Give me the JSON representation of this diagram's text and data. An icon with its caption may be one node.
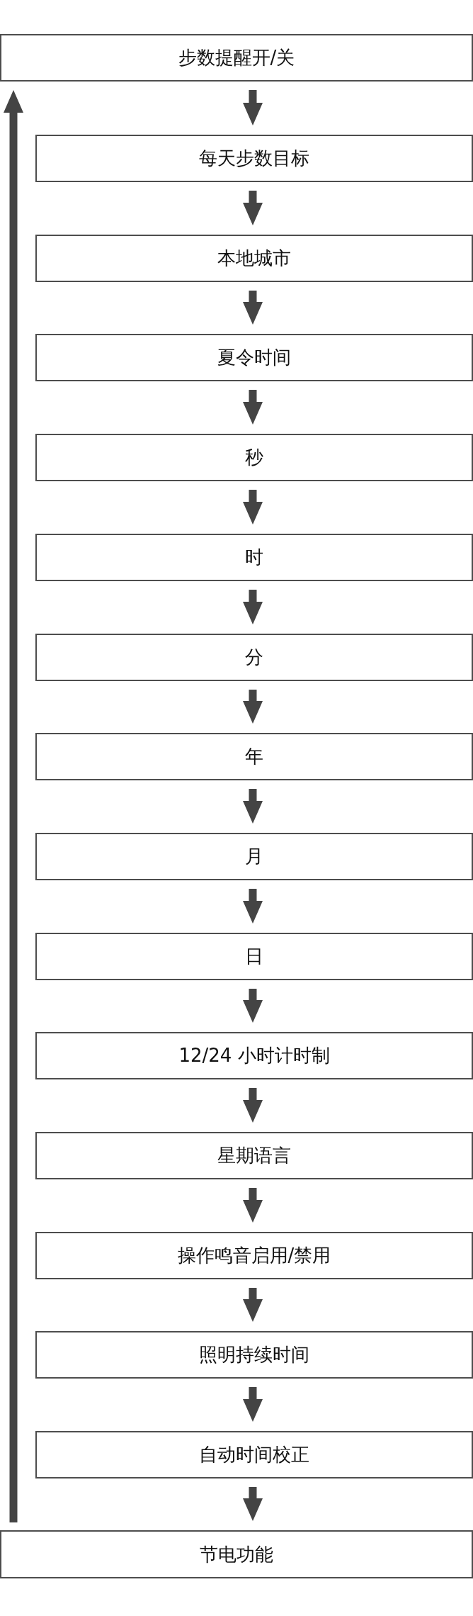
{
  "diagram": {
    "nodes": [
      {
        "text": [
          "步数提醒开/关"
        ]
      },
      {
        "text": [
          "每天步数目标"
        ]
      },
      {
        "text": [
          "本地城市"
        ]
      },
      {
        "text": [
          "夏令时间"
        ]
      },
      {
        "text": [
          "秒"
        ]
      },
      {
        "text": [
          "时"
        ]
      },
      {
        "text": [
          "分"
        ]
      },
      {
        "text": [
          "年"
        ]
      },
      {
        "text": [
          "月"
        ]
      },
      {
        "text": [
          "日"
        ]
      },
      {
        "text": [
          "12/24 小时计时制"
        ]
      },
      {
        "text": [
          "星期语言"
        ]
      },
      {
        "text": [
          "操作鸣音启用/禁用"
        ]
      },
      {
        "text": [
          "照明持续时间"
        ]
      },
      {
        "text": [
          "自动时间校正"
        ]
      },
      {
        "text": [
          "节电功能"
        ]
      }
    ],
    "edges": [
      {
        "from": 0,
        "to": 1,
        "arrow": "to"
      },
      {
        "from": 1,
        "to": 2,
        "arrow": "to"
      },
      {
        "from": 2,
        "to": 3,
        "arrow": "to"
      },
      {
        "from": 3,
        "to": 4,
        "arrow": "to"
      },
      {
        "from": 4,
        "to": 5,
        "arrow": "to"
      },
      {
        "from": 5,
        "to": 6,
        "arrow": "to"
      },
      {
        "from": 6,
        "to": 7,
        "arrow": "to"
      },
      {
        "from": 7,
        "to": 8,
        "arrow": "to"
      },
      {
        "from": 8,
        "to": 9,
        "arrow": "to"
      },
      {
        "from": 9,
        "to": 10,
        "arrow": "to"
      },
      {
        "from": 10,
        "to": 11,
        "arrow": "to"
      },
      {
        "from": 11,
        "to": 12,
        "arrow": "to"
      },
      {
        "from": 12,
        "to": 13,
        "arrow": "to"
      },
      {
        "from": 13,
        "to": 14,
        "arrow": "to"
      },
      {
        "from": 14,
        "to": 15,
        "arrow": "to"
      },
      {
        "from": 15,
        "to": 0,
        "arrow": "to"
      }
    ]
  }
}
